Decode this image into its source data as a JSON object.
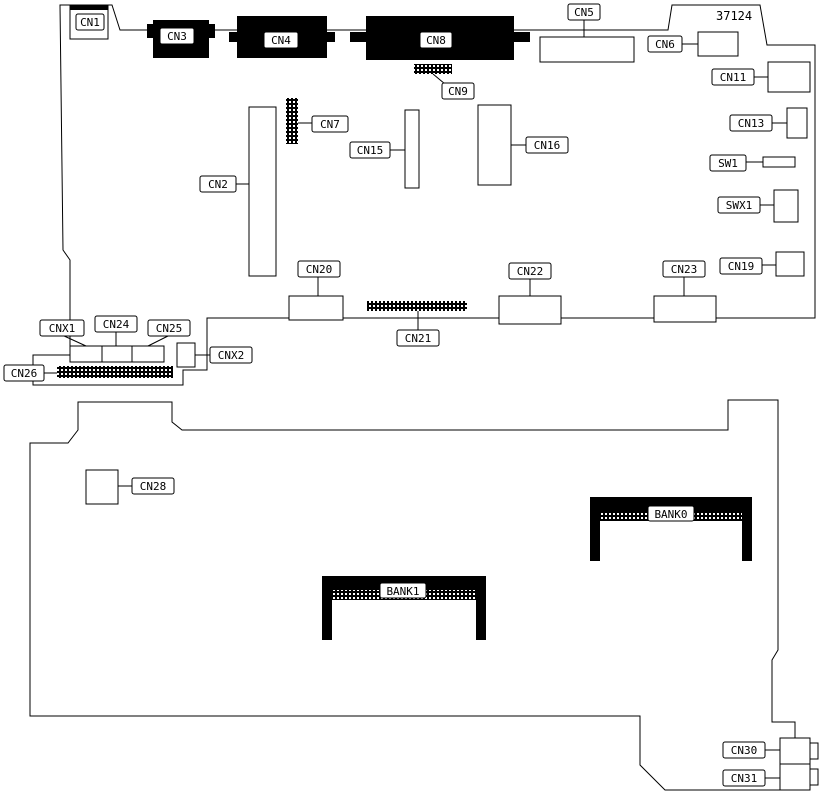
{
  "figure_number": "37124",
  "connectors": {
    "cn1": "CN1",
    "cn2": "CN2",
    "cn3": "CN3",
    "cn4": "CN4",
    "cn5": "CN5",
    "cn6": "CN6",
    "cn7": "CN7",
    "cn8": "CN8",
    "cn9": "CN9",
    "cn11": "CN11",
    "cn13": "CN13",
    "cn15": "CN15",
    "cn16": "CN16",
    "cn19": "CN19",
    "cn20": "CN20",
    "cn21": "CN21",
    "cn22": "CN22",
    "cn23": "CN23",
    "cn24": "CN24",
    "cn25": "CN25",
    "cn26": "CN26",
    "cn28": "CN28",
    "cn30": "CN30",
    "cn31": "CN31",
    "cnx1": "CNX1",
    "cnx2": "CNX2",
    "sw1": "SW1",
    "swx1": "SWX1"
  },
  "memory_banks": {
    "bank0": "BANK0",
    "bank1": "BANK1"
  }
}
